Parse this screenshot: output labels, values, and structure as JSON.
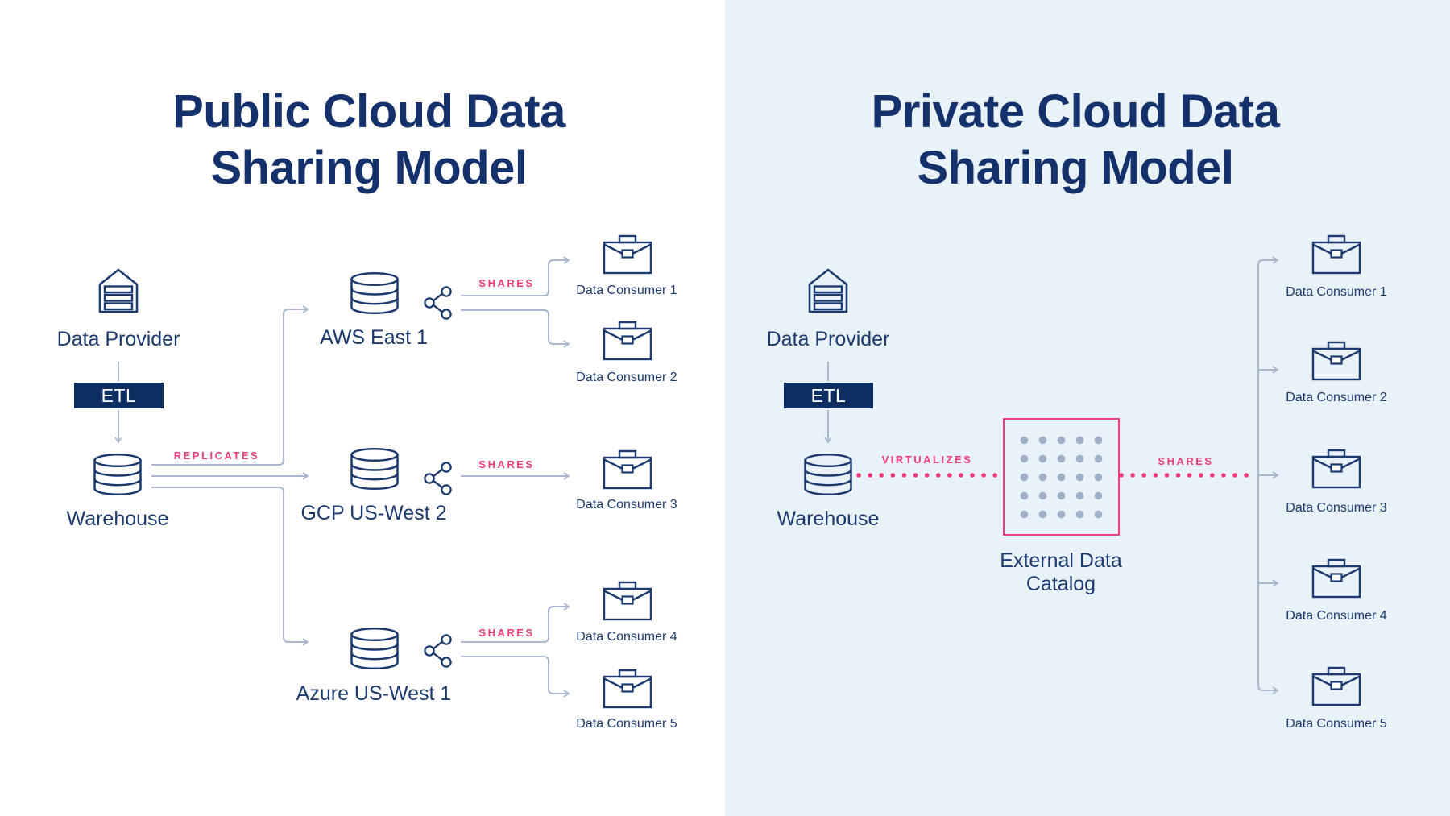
{
  "palette": {
    "navy_text": "#16356e",
    "title_navy": "#14316b",
    "etl_fill": "#0e2d60",
    "pink_accent": "#ee3c7b",
    "connector_gray": "#a9b8ce",
    "right_background": "#e9f1f9",
    "left_background": "#ffffff",
    "dot_grid_gray": "#a0b0c8"
  },
  "left": {
    "title_line1": "Public Cloud Data",
    "title_line2": "Sharing Model",
    "provider": "Data Provider",
    "etl": "ETL",
    "warehouse": "Warehouse",
    "replicates": "REPLICATES",
    "clouds": [
      {
        "name": "AWS East 1",
        "shares": "SHARES"
      },
      {
        "name": "GCP US-West 2",
        "shares": "SHARES"
      },
      {
        "name": "Azure US-West 1",
        "shares": "SHARES"
      }
    ],
    "consumers": [
      "Data Consumer 1",
      "Data Consumer 2",
      "Data Consumer 3",
      "Data Consumer 4",
      "Data Consumer 5"
    ]
  },
  "right": {
    "title_line1": "Private Cloud Data",
    "title_line2": "Sharing Model",
    "provider": "Data Provider",
    "etl": "ETL",
    "warehouse": "Warehouse",
    "virtualizes": "VIRTUALIZES",
    "shares": "SHARES",
    "catalog_line1": "External Data",
    "catalog_line2": "Catalog",
    "consumers": [
      "Data Consumer 1",
      "Data Consumer 2",
      "Data Consumer 3",
      "Data Consumer 4",
      "Data Consumer 5"
    ]
  }
}
